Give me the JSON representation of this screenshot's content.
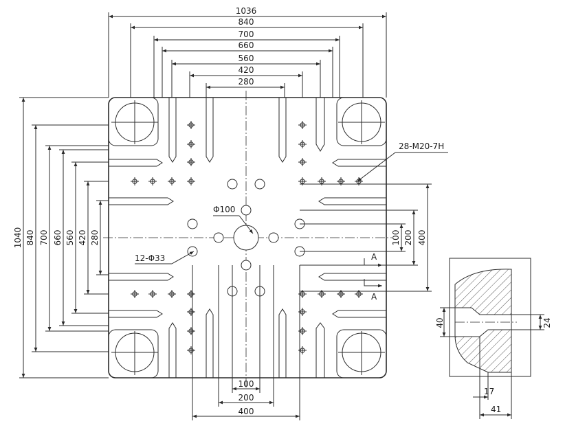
{
  "top_dims": [
    "1036",
    "840",
    "700",
    "660",
    "560",
    "420",
    "280"
  ],
  "left_dims": [
    "1040",
    "840",
    "700",
    "660",
    "560",
    "420",
    "280"
  ],
  "right_dims": [
    "100",
    "200",
    "400"
  ],
  "bottom_dims": [
    "100",
    "200",
    "400"
  ],
  "callouts": {
    "tapped_holes": "28-M20-7H",
    "center_bore": "Φ100",
    "through_holes": "12-Φ33",
    "section_a_top": "A",
    "section_a_bottom": "A"
  },
  "detail": {
    "dim_height": "40",
    "dim_slot": "24",
    "dim_inner": "17",
    "dim_outer": "41"
  }
}
